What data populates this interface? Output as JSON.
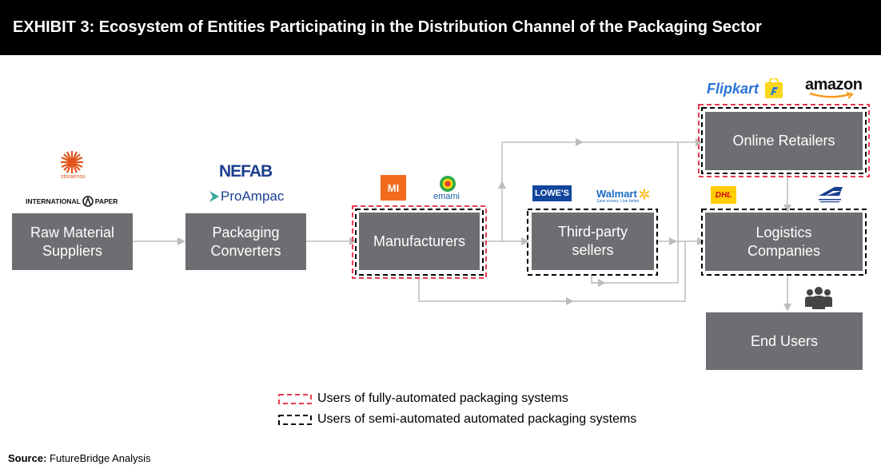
{
  "header": {
    "title": "EXHIBIT 3: Ecosystem of Entities Participating in the Distribution Channel of the Packaging Sector"
  },
  "nodes": {
    "raw_material": "Raw Material\nSuppliers",
    "converters": "Packaging\nConverters",
    "manufacturers": "Manufacturers",
    "third_party": "Third-party\nsellers",
    "online": "Online Retailers",
    "logistics": "Logistics\nCompanies",
    "end_users": "End Users"
  },
  "logos": {
    "storaenso": "storaenso",
    "international_paper_left": "INTERNATIONAL",
    "international_paper_right": "PAPER",
    "nefab": "NEFAB",
    "proampac": "ProAmpac",
    "mi": "MI",
    "emami": "emami",
    "lowes": "LOWE'S",
    "walmart": "Walmart",
    "walmart_tag": "Save money. Live better.",
    "flipkart": "Flipkart",
    "amazon": "amazon",
    "dhl": "DHL"
  },
  "legend": {
    "full": "Users of fully-automated packaging systems",
    "semi": "Users of semi-automated automated packaging systems",
    "full_color": "#e8394f",
    "semi_color": "#000000"
  },
  "source": {
    "label": "Source:",
    "text": "FutureBridge Analysis"
  },
  "colors": {
    "node_fill": "#6d6e71",
    "connector": "#bdbdbd"
  }
}
